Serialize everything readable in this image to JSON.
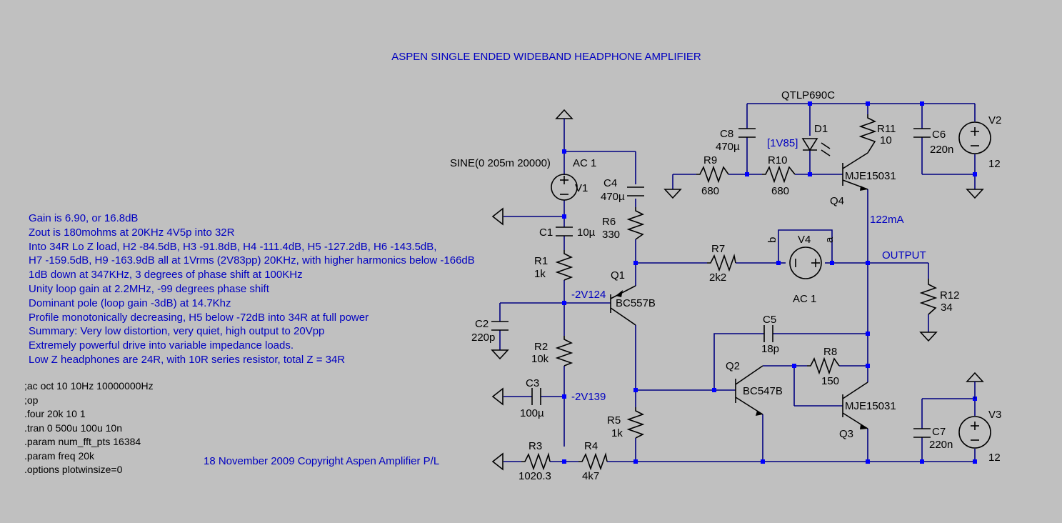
{
  "title": "ASPEN SINGLE ENDED WIDEBAND HEADPHONE AMPLIFIER",
  "notes": [
    "Gain is 6.90, or 16.8dB",
    "Zout is 180mohms at 20KHz 4V5p into 32R",
    "Into 34R Lo Z load, H2 -84.5dB, H3 -91.8dB, H4 -111.4dB, H5 -127.2dB, H6 -143.5dB,",
    "H7 -159.5dB, H9 -163.9dB all at 1Vrms (2V83pp) 20KHz, with higher harmonics below -166dB",
    "1dB down at 347KHz, 3 degrees of phase shift at 100KHz",
    "Unity loop gain at 2.2MHz, -99 degrees phase shift",
    "Dominant pole (loop gain -3dB) at 14.7Khz",
    "Profile monotonically decreasing, H5 below -72dB into 34R at full power",
    "Summary:  Very low distortion, very quiet, high output to 20Vpp",
    "Extremely powerful drive into variable impedance loads.",
    "Low Z headphones are 24R, with 10R series resistor, total Z = 34R"
  ],
  "spice": [
    ";ac oct 10 10Hz 10000000Hz",
    ";op",
    ".four 20k 10 1",
    ".tran 0 500u 100u 10n",
    ".param num_fft_pts 16384",
    ".param freq 20k",
    ".options plotwinsize=0"
  ],
  "copyright": "18 November 2009 Copyright Aspen Amplifier P/L",
  "labels": {
    "v1_source": "SINE(0 205m 20000)",
    "v1_ac": "AC 1",
    "v1": "V1",
    "v2": "V2",
    "v2_val": "12",
    "v3": "V3",
    "v3_val": "12",
    "v4": "V4",
    "v4_ac": "AC 1",
    "v4_a": "a",
    "v4_b": "b",
    "c1": "C1",
    "c1_val": "10µ",
    "c2": "C2",
    "c2_val": "220p",
    "c3": "C3",
    "c3_val": "100µ",
    "c4": "C4",
    "c4_val": "470µ",
    "c5": "C5",
    "c5_val": "18p",
    "c6": "C6",
    "c6_val": "220n",
    "c7": "C7",
    "c7_val": "220n",
    "c8": "C8",
    "c8_val": "470µ",
    "r1": "R1",
    "r1_val": "1k",
    "r2": "R2",
    "r2_val": "10k",
    "r3": "R3",
    "r3_val": "1020.3",
    "r4": "R4",
    "r4_val": "4k7",
    "r5": "R5",
    "r5_val": "1k",
    "r6": "R6",
    "r6_val": "330",
    "r7": "R7",
    "r7_val": "2k2",
    "r8": "R8",
    "r8_val": "150",
    "r9": "R9",
    "r9_val": "680",
    "r10": "R10",
    "r10_val": "680",
    "r11": "R11",
    "r11_val": "10",
    "r12": "R12",
    "r12_val": "34",
    "d1": "D1",
    "d1_model": "QTLP690C",
    "d1_voltage": "[1V85]",
    "q1": "Q1",
    "q1_model": "BC557B",
    "q2": "Q2",
    "q2_model": "BC547B",
    "q3": "Q3",
    "q3_model": "MJE15031",
    "q4": "Q4",
    "q4_model": "MJE15031",
    "node_q1b": "-2V124",
    "node_r2r": "-2V139",
    "q4_current": "122mA",
    "output": "OUTPUT"
  },
  "colors": {
    "background": "#c0c0c0",
    "wire": "#000080",
    "component": "#000000",
    "annotation": "#0000c0",
    "node": "#0000ff"
  }
}
